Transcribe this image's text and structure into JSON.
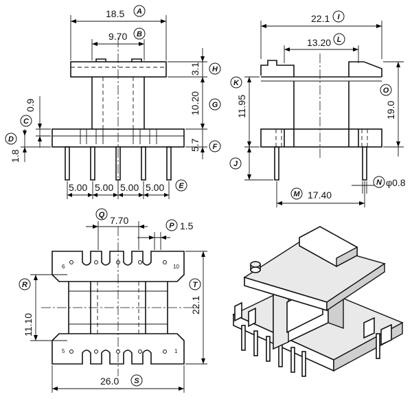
{
  "dimensions": {
    "A": {
      "letter": "A",
      "value": "18.5"
    },
    "B": {
      "letter": "B",
      "value": "9.70"
    },
    "C": {
      "letter": "C",
      "value": "0.9"
    },
    "D": {
      "letter": "D",
      "value": "1.8"
    },
    "E": {
      "letter": "E",
      "value": "5.00",
      "values": [
        "5.00",
        "5.00",
        "5.00",
        "5.00"
      ]
    },
    "F": {
      "letter": "F",
      "value": "5.7"
    },
    "G": {
      "letter": "G",
      "value": "10.20"
    },
    "H": {
      "letter": "H",
      "value": "3.1"
    },
    "I": {
      "letter": "I",
      "value": "22.1"
    },
    "J": {
      "letter": "J",
      "value": ""
    },
    "K": {
      "letter": "K",
      "value": "11.95"
    },
    "L": {
      "letter": "L",
      "value": "13.20"
    },
    "M": {
      "letter": "M",
      "value": "17.40"
    },
    "N": {
      "letter": "N",
      "value": "φ0.8"
    },
    "O": {
      "letter": "O",
      "value": "19.0"
    },
    "P": {
      "letter": "P",
      "value": "1.5"
    },
    "Q": {
      "letter": "Q",
      "value": "7.70"
    },
    "R": {
      "letter": "R",
      "value": "11.10"
    },
    "S": {
      "letter": "S",
      "value": "26.0"
    },
    "T": {
      "letter": "T",
      "value": "22.1"
    }
  },
  "pin_labels": {
    "p6": "6",
    "p10": "10",
    "p5": "5",
    "p1": "1"
  }
}
